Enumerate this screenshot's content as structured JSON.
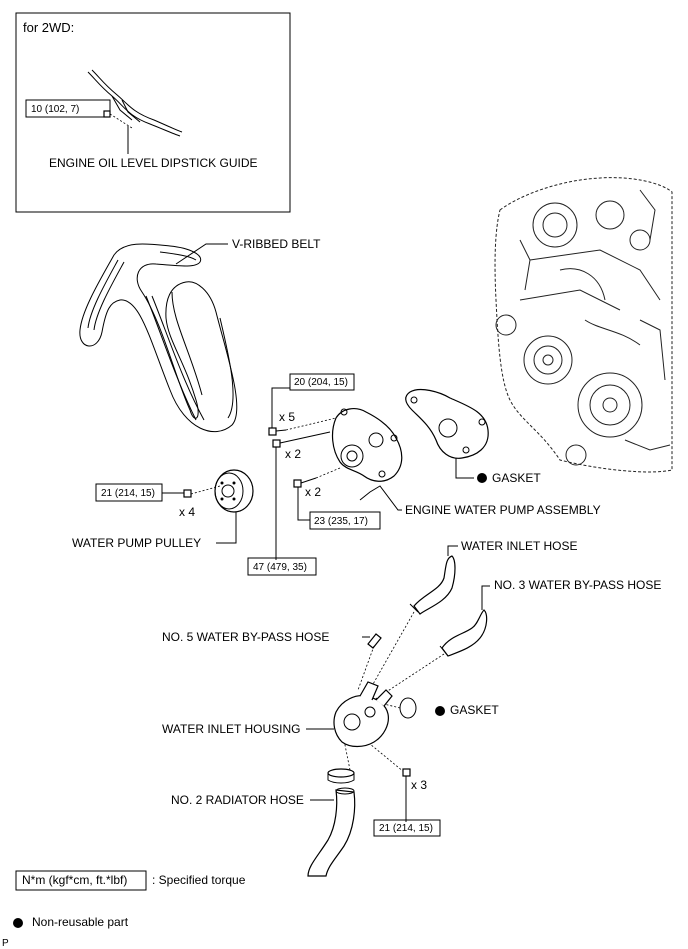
{
  "inset": {
    "title": "for 2WD:",
    "torque": "10 (102, 7)",
    "label": "ENGINE OIL LEVEL DIPSTICK GUIDE"
  },
  "labels": {
    "v_ribbed_belt": "V-RIBBED BELT",
    "gasket_1": "GASKET",
    "engine_water_pump_assembly": "ENGINE WATER PUMP ASSEMBLY",
    "water_pump_pulley": "WATER PUMP PULLEY",
    "water_inlet_hose": "WATER INLET HOSE",
    "no3_bypass_hose": "NO. 3 WATER BY-PASS HOSE",
    "no5_bypass_hose": "NO. 5 WATER BY-PASS HOSE",
    "gasket_2": "GASKET",
    "water_inlet_housing": "WATER INLET HOUSING",
    "no2_radiator_hose": "NO. 2 RADIATOR HOSE"
  },
  "torques": {
    "pump_upper": "20 (204, 15)",
    "pulley": "21 (214, 15)",
    "pump_lower": "23 (235, 17)",
    "pump_long": "47 (479, 35)",
    "housing": "21 (214, 15)"
  },
  "quantities": {
    "x5": "x 5",
    "x2_upper": "x 2",
    "x2_lower": "x 2",
    "x4": "x 4",
    "x3": "x 3"
  },
  "legend": {
    "torque_box": "N*m (kgf*cm, ft.*lbf)",
    "torque_desc": ": Specified torque",
    "nonreusable": "Non-reusable part"
  },
  "corner_mark": "P"
}
